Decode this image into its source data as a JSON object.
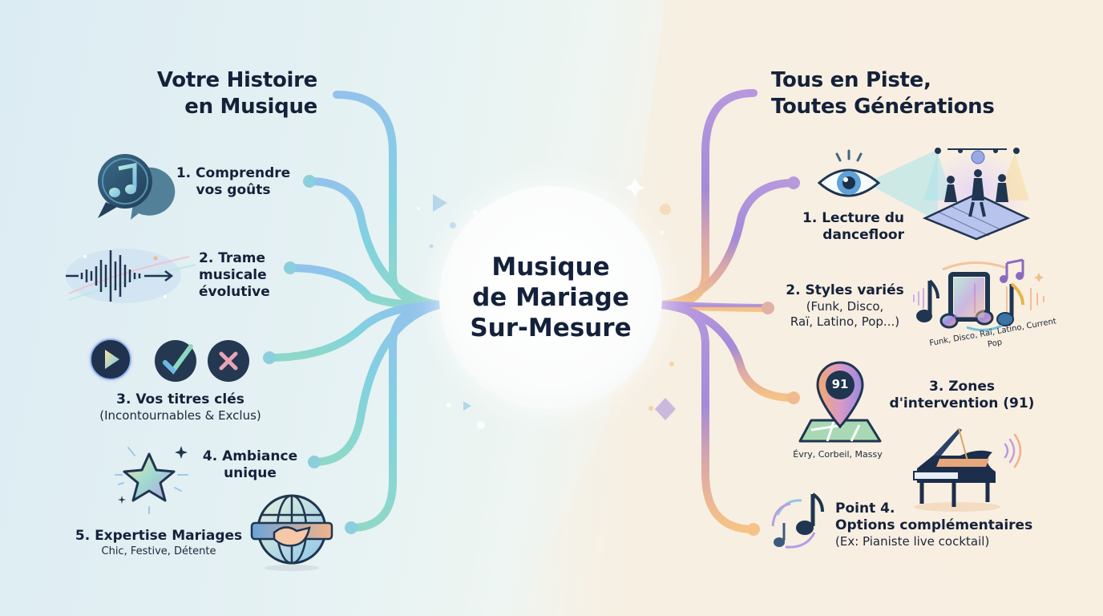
{
  "center": {
    "lines": [
      "Musique",
      "de Mariage",
      "Sur-Mesure"
    ]
  },
  "left_branch": {
    "title_lines": [
      "Votre Histoire",
      "en Musique"
    ],
    "color": "#7fc6e0",
    "items": [
      {
        "label_lines": [
          "1. Comprendre",
          "vos goûts"
        ],
        "icon": "chat-music-note-icon"
      },
      {
        "label_lines": [
          "2. Trame",
          "musicale",
          "évolutive"
        ],
        "icon": "sound-wave-arrow-icon"
      },
      {
        "label_lines": [
          "3. Vos titres clés"
        ],
        "sub": "(Incontournables & Exclus)",
        "icons": [
          "play-icon",
          "check-icon",
          "cross-icon"
        ]
      },
      {
        "label_lines": [
          "4. Ambiance",
          "unique"
        ],
        "icon": "sparkle-star-icon"
      },
      {
        "label_lines": [
          "5. Expertise Mariages"
        ],
        "sub": "Chic, Festive, Détente",
        "icon": "globe-handshake-icon"
      }
    ]
  },
  "right_branch": {
    "title_lines": [
      "Tous en Piste,",
      "Toutes Générations"
    ],
    "color": "#a98bd8",
    "items": [
      {
        "label_lines": [
          "1. Lecture du",
          "dancefloor"
        ],
        "icons": [
          "eye-icon",
          "dancefloor-icon"
        ]
      },
      {
        "label_lines": [
          "2. Styles variés"
        ],
        "sub_lines": [
          "(Funk, Disco,",
          "Raï, Latino, Pop...)"
        ],
        "icon": "music-notes-icon",
        "icon_caption": "Funk, Disco, Raï, Latino, Current Pop"
      },
      {
        "label_lines": [
          "3. Zones",
          "d'intervention (91)"
        ],
        "icon": "map-pin-icon",
        "pin_text": "91",
        "caption": "Évry, Corbeil, Massy"
      },
      {
        "label_lines": [
          "Point 4.",
          "Options complémentaires"
        ],
        "sub": "(Ex: Pianiste live cocktail)",
        "icons": [
          "music-note-swirl-icon",
          "grand-piano-icon"
        ]
      }
    ]
  },
  "colors": {
    "text": "#14213a",
    "left_line_top": "#8ec3ea",
    "left_line_bottom": "#8fd8cf",
    "right_line_top": "#b393dd",
    "right_line_bottom": "#f3c38a"
  }
}
